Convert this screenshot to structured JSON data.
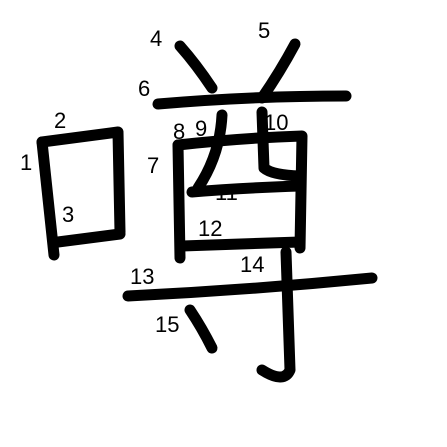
{
  "stroke_labels": [
    "1",
    "2",
    "3",
    "4",
    "5",
    "6",
    "7",
    "8",
    "9",
    "10",
    "11",
    "12",
    "13",
    "14",
    "15"
  ],
  "colors": {
    "background": "#ffffff",
    "stroke": "#000000",
    "label": "#000000"
  }
}
